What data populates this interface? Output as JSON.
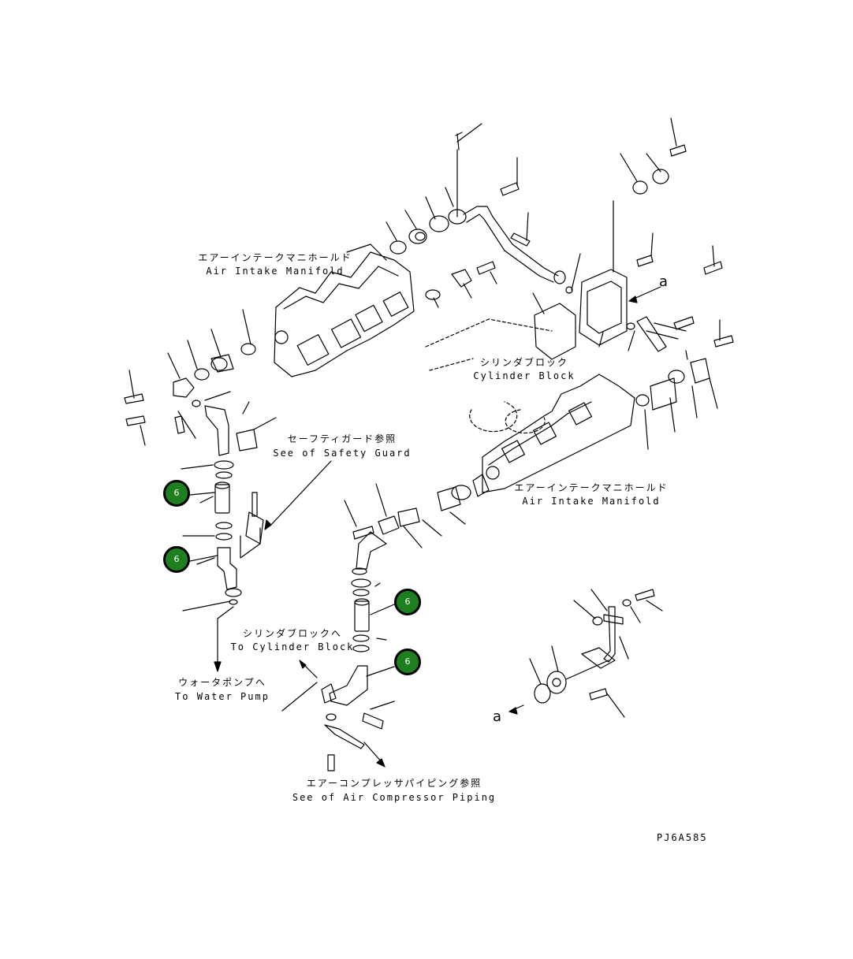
{
  "labels": {
    "intake_upper_jp": "エアーインテークマニホールド",
    "intake_upper_en": "Air Intake Manifold",
    "cylinder_block_jp": "シリンダブロック",
    "cylinder_block_en": "Cylinder Block",
    "safety_guard_jp": "セーフティガード参照",
    "safety_guard_en": "See of Safety Guard",
    "intake_lower_jp": "エアーインテークマニホールド",
    "intake_lower_en": "Air Intake Manifold",
    "to_cyl_jp": "シリンダブロックへ",
    "to_cyl_en": "To Cylinder Block",
    "water_pump_jp": "ウォータポンプへ",
    "water_pump_en": "To Water Pump",
    "compressor_jp": "エアーコンプレッサパイピング参照",
    "compressor_en": "See of Air Compressor Piping",
    "figure_code": "PJ6A585",
    "view_marker_1": "a",
    "view_marker_2": "a"
  },
  "callouts": [
    {
      "number": "6",
      "color": "#1e7f1e"
    },
    {
      "number": "6",
      "color": "#1e7f1e"
    },
    {
      "number": "6",
      "color": "#1e7f1e"
    },
    {
      "number": "6",
      "color": "#1e7f1e"
    }
  ]
}
